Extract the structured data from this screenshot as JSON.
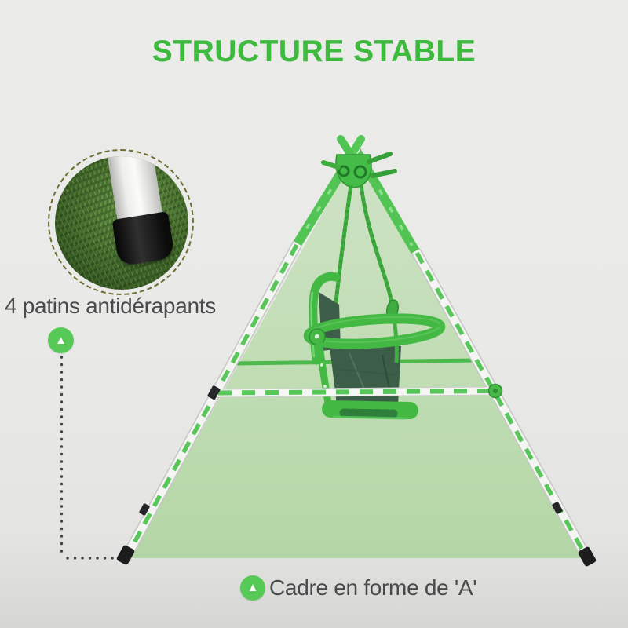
{
  "header": {
    "title": "STRUCTURE STABLE"
  },
  "callouts": {
    "pads": {
      "label": "4 patins antidérapants",
      "marker_glyph": "▲"
    },
    "frame": {
      "label": "Cadre en forme de 'A'",
      "marker_glyph": "▲"
    }
  },
  "graphics": {
    "inset": "anti-slip-pad-closeup-photo",
    "main": "a-frame-baby-swing-highlighted"
  },
  "colors": {
    "title_green": "#3eba3e",
    "highlight_green": "#58c75a",
    "fill_green": "#97d180",
    "rope_green": "#3fad3f",
    "seat_green": "#43b843",
    "fabric_dark_green": "#3c5e49",
    "text_gray": "#4a4a4a",
    "marker_green": "#57c957",
    "foot_black": "#1c1c1c",
    "inset_ring_olive": "#6e6e33",
    "background_gray": "#e9e9e7"
  }
}
